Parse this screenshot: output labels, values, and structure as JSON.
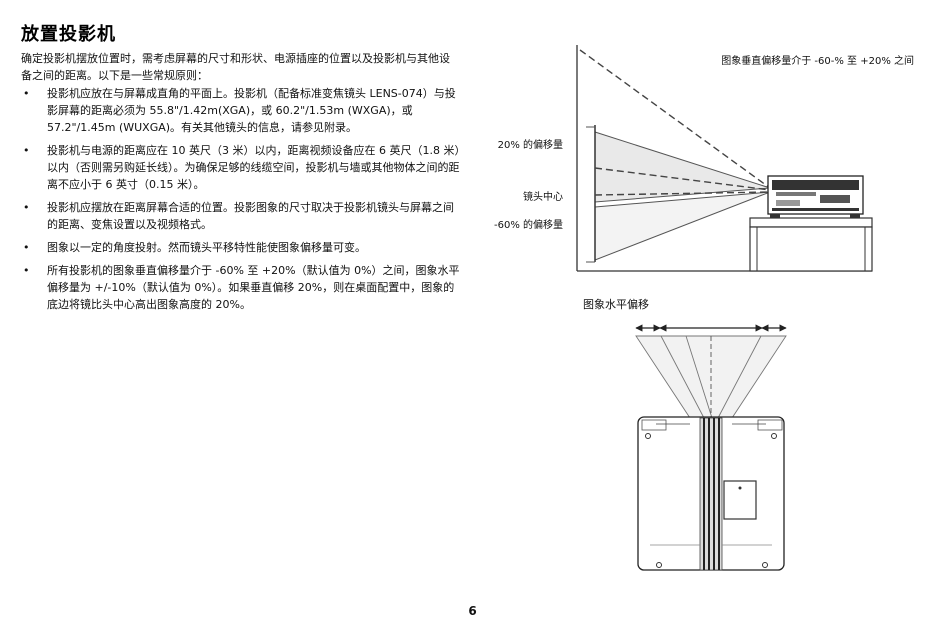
{
  "title": "放置投影机",
  "intro": "确定投影机摆放位置时，需考虑屏幕的尺寸和形状、电源插座的位置以及投影机与其他设备之间的距离。以下是一些常规原则：",
  "bullet_symbol": "•",
  "bullets": [
    "投影机应放在与屏幕成直角的平面上。投影机（配备标准变焦镜头 LENS-074）与投影屏幕的距离必须为 55.8\"/1.42m(XGA)，或 60.2\"/1.53m (WXGA)，或 57.2\"/1.45m (WUXGA)。有关其他镜头的信息，请参见附录。",
    "投影机与电源的距离应在 10 英尺（3 米）以内，距离视频设备应在 6 英尺（1.8 米）以内（否则需另购延长线）。为确保足够的线缆空间，投影机与墙或其他物体之间的距离不应小于 6 英寸（0.15 米）。",
    "投影机应摆放在距离屏幕合适的位置。投影图象的尺寸取决于投影机镜头与屏幕之间的距离、变焦设置以及视频格式。",
    "图象以一定的角度投射。然而镜头平移特性能使图象偏移量可变。",
    "所有投影机的图象垂直偏移量介于 -60% 至 +20%（默认值为 0%）之间，图象水平偏移量为 +/-10%（默认值为 0%）。如果垂直偏移 20%，则在桌面配置中，图象的底边将镜比头中心高出图象高度的 20%。"
  ],
  "figure_vertical": {
    "caption": "图象垂直偏移量介于 -60-% 至 +20% 之间",
    "label_top": "20% 的偏移量",
    "label_center": "镜头中心",
    "label_bottom": "-60% 的偏移量"
  },
  "figure_horizontal": {
    "caption": "图象水平偏移"
  },
  "page_number": "6"
}
